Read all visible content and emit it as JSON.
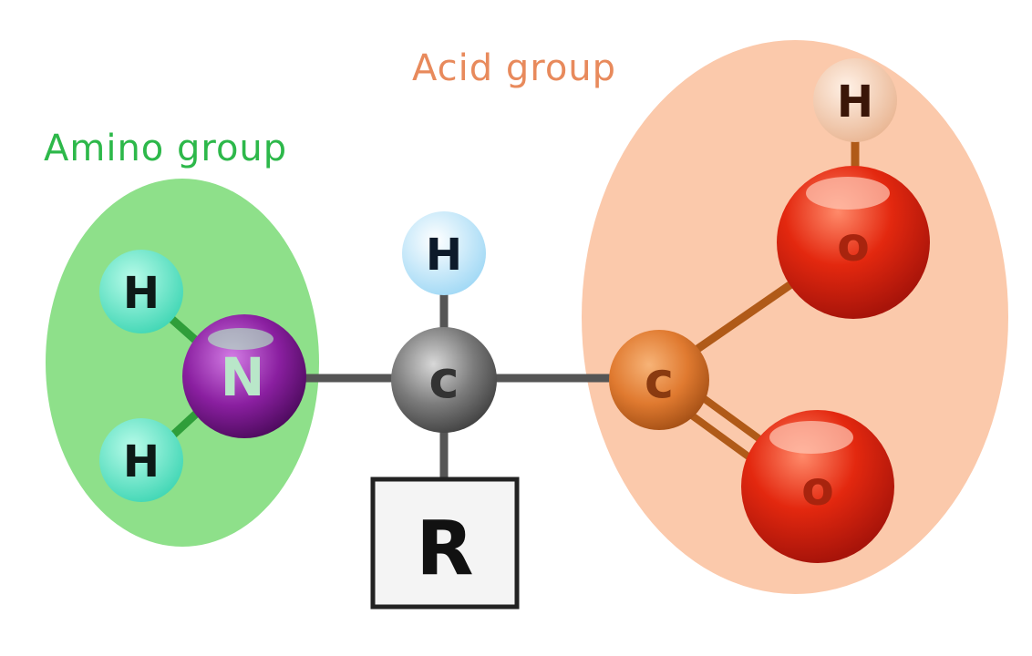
{
  "groups": {
    "amino": {
      "label": "Amino group",
      "color": "#2db84a",
      "fill": "#8ee08a"
    },
    "acid": {
      "label": "Acid group",
      "color": "#e88a5c",
      "fill": "#fbc9ab"
    }
  },
  "atoms": {
    "h_amino_top": {
      "symbol": "H",
      "element": "hydrogen",
      "color": "#5fe0c4"
    },
    "h_amino_bottom": {
      "symbol": "H",
      "element": "hydrogen",
      "color": "#5fe0c4"
    },
    "n": {
      "symbol": "N",
      "element": "nitrogen",
      "color": "#8a1fa0"
    },
    "h_alpha": {
      "symbol": "H",
      "element": "hydrogen",
      "color": "#bfe6fb"
    },
    "c_alpha": {
      "symbol": "c",
      "element": "carbon",
      "color": "#7b7b7b"
    },
    "c_carboxyl": {
      "symbol": "c",
      "element": "carbon",
      "color": "#e07a30"
    },
    "o_hydroxyl": {
      "symbol": "o",
      "element": "oxygen",
      "color": "#e3280f"
    },
    "o_carbonyl": {
      "symbol": "o",
      "element": "oxygen",
      "color": "#e3280f"
    },
    "h_acid": {
      "symbol": "H",
      "element": "hydrogen",
      "color": "#f0c4a8"
    }
  },
  "side_chain": {
    "label": "R"
  }
}
